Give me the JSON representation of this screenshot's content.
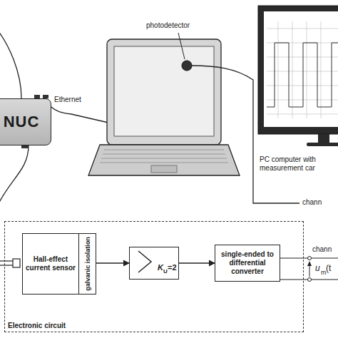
{
  "diagram": {
    "nodes": [
      {
        "text": [
          "NUC"
        ]
      },
      {
        "text": [
          "Electronic circuit"
        ]
      },
      {
        "text": [
          "Hall-effect current sensor"
        ],
        "in": 1
      },
      {
        "text": [
          "galvanic isolation"
        ],
        "in": 1
      },
      {
        "text": [
          "K",
          "U",
          "=2"
        ],
        "in": 1
      },
      {
        "text": [
          "single-ended to differential converter"
        ],
        "in": 1
      }
    ],
    "edges": [
      {
        "from": 3,
        "to": 4,
        "arrow": "to"
      },
      {
        "from": 4,
        "to": 5,
        "arrow": "to"
      }
    ],
    "labels": [
      "Ethernet",
      "photodetector",
      "PC computer with measurement car",
      "chann",
      "chann",
      "u",
      "m",
      "(t"
    ]
  }
}
